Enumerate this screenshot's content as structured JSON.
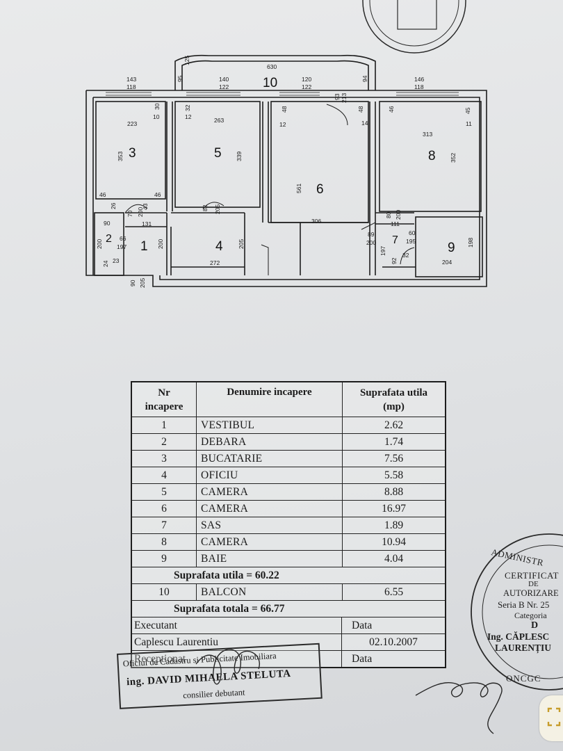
{
  "plan": {
    "rooms": [
      {
        "id": "1",
        "label": "1"
      },
      {
        "id": "2",
        "label": "2"
      },
      {
        "id": "3",
        "label": "3"
      },
      {
        "id": "4",
        "label": "4"
      },
      {
        "id": "5",
        "label": "5"
      },
      {
        "id": "6",
        "label": "6"
      },
      {
        "id": "7",
        "label": "7"
      },
      {
        "id": "8",
        "label": "8"
      },
      {
        "id": "9",
        "label": "9"
      },
      {
        "id": "10",
        "label": "10"
      }
    ],
    "dims": {
      "balcony_width": "630",
      "balcony_depth": "125",
      "balcony_left": "95",
      "balcony_right": "94",
      "win3_top": "143",
      "win3_bottom": "118",
      "win5_top": "140",
      "win5_bottom": "122",
      "win6_top": "120",
      "win6_bottom": "122",
      "win8_top": "146",
      "win8_bottom": "118",
      "door6_a": "93",
      "door6_b": "213",
      "r3_w": "223",
      "r3_h": "353",
      "r3_a": "30",
      "r3_b": "10",
      "r3_c": "46",
      "r3_d": "26",
      "r3_e": "46",
      "r5_w": "263",
      "r5_h": "339",
      "r5_a": "32",
      "r5_b": "12",
      "r5_door_a": "82",
      "r5_door_b": "205",
      "r6_w": "306",
      "r6_h": "561",
      "r6_a": "48",
      "r6_b": "12",
      "r6_c": "48",
      "r6_d": "14",
      "r8_w": "313",
      "r8_h": "352",
      "r8_a": "46",
      "r8_b": "45",
      "r8_c": "11",
      "r1_a": "70",
      "r1_b": "200",
      "r1_c": "43",
      "r1_d": "131",
      "r1_e": "66",
      "r1_f": "197",
      "r1_g": "200",
      "r2_a": "90",
      "r2_b": "200",
      "r2_c": "24",
      "r2_d": "23",
      "r4_w": "272",
      "r4_h": "205",
      "entry_a": "90",
      "entry_b": "205",
      "r7_a": "80",
      "r7_b": "200",
      "r7_c": "111",
      "r7_d": "89",
      "r7_e": "200",
      "r7_f": "60",
      "r7_g": "195",
      "r7_h": "197",
      "r7_i": "92",
      "r7_j": "32",
      "r9_w": "204",
      "r9_h": "198"
    }
  },
  "table": {
    "headers": {
      "nr_line1": "Nr",
      "nr_line2": "incapere",
      "name": "Denumire incapere",
      "area_line1": "Suprafata utila",
      "area_line2": "(mp)"
    },
    "rows": [
      {
        "nr": "1",
        "name": "VESTIBUL",
        "area": "2.62"
      },
      {
        "nr": "2",
        "name": "DEBARA",
        "area": "1.74"
      },
      {
        "nr": "3",
        "name": "BUCATARIE",
        "area": "7.56"
      },
      {
        "nr": "4",
        "name": "OFICIU",
        "area": "5.58"
      },
      {
        "nr": "5",
        "name": "CAMERA",
        "area": "8.88"
      },
      {
        "nr": "6",
        "name": "CAMERA",
        "area": "16.97"
      },
      {
        "nr": "7",
        "name": "SAS",
        "area": "1.89"
      },
      {
        "nr": "8",
        "name": "CAMERA",
        "area": "10.94"
      },
      {
        "nr": "9",
        "name": "BAIE",
        "area": "4.04"
      }
    ],
    "useful_total": "Suprafata utila = 60.22",
    "balcony": {
      "nr": "10",
      "name": "BALCON",
      "area": "6.55"
    },
    "grand_total": "Suprafata totala = 66.77",
    "executant_label": "Executant",
    "date_label": "Data",
    "executant_name": "Caplescu Laurentiu",
    "executant_date": "02.10.2007",
    "receptionat_label": "Receptionat",
    "receptionat_date": "Data"
  },
  "stamps": {
    "office_line1": "Oficiul de Cadastru si Publicitate Imobiliara",
    "office_line2": "ing. DAVID MIHAELA STELUTA",
    "office_line3": "consilier debutant",
    "cert_ministry": "ADMINISTR",
    "cert_certificat": "CERTIFICAT",
    "cert_de": "DE",
    "cert_autorizare": "AUTORIZARE",
    "cert_seria": "Seria B Nr. 25",
    "cert_categoria": "Categoria",
    "cert_cat_value": "D",
    "cert_name1": "Ing. CĂPLESC",
    "cert_name2": "LAURENȚIU",
    "cert_oncgc": "ONCGC"
  }
}
